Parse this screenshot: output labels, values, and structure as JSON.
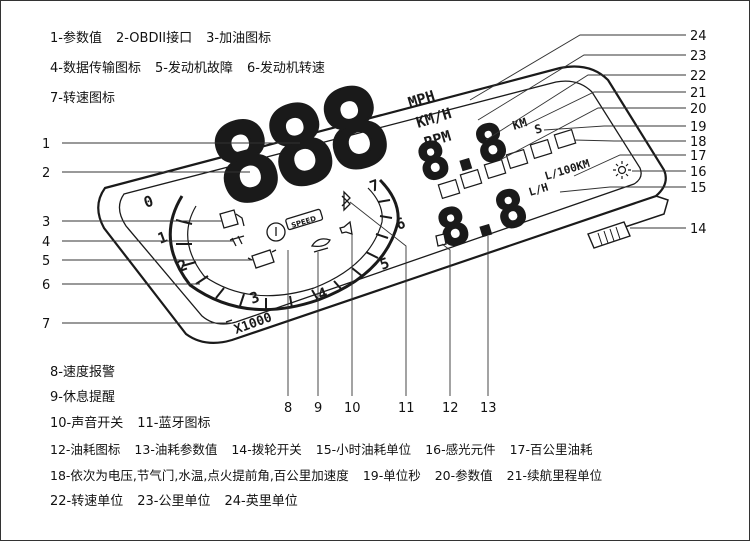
{
  "legend_top": [
    [
      "1-参数值",
      "2-OBDII接口",
      "3-加油图标"
    ],
    [
      "4-数据传输图标",
      "5-发动机故障",
      "6-发动机转速"
    ],
    [
      "7-转速图标"
    ]
  ],
  "legend_bottom": [
    [
      "8-速度报警"
    ],
    [
      "9-休息提醒"
    ],
    [
      "10-声音开关",
      "11-蓝牙图标"
    ],
    [
      "12-油耗图标",
      "13-油耗参数值",
      "14-拨轮开关",
      "15-小时油耗单位",
      "16-感光元件",
      "17-百公里油耗"
    ],
    [
      "18-依次为电压,节气门,水温,点火提前角,百公里加速度",
      "19-单位秒",
      "20-参数值",
      "21-续航里程单位"
    ],
    [
      "22-转速单位",
      "23-公里单位",
      "24-英里单位"
    ]
  ],
  "callouts_left": [
    "1",
    "2",
    "3",
    "4",
    "5",
    "6",
    "7"
  ],
  "callouts_right": [
    "24",
    "23",
    "22",
    "21",
    "20",
    "19",
    "18",
    "17",
    "16",
    "15",
    "14"
  ],
  "callouts_bottom": [
    "8",
    "9",
    "10",
    "11",
    "12",
    "13"
  ],
  "display": {
    "speed_digits": "888",
    "unit_mph": "MPH",
    "unit_kmh": "KM/H",
    "unit_rpm": "RPM",
    "unit_km": "KM",
    "unit_s": "S",
    "param_value": "8.8",
    "fuel_value": "8.8",
    "unit_l100km": "L/100KM",
    "unit_lh": "L/H",
    "tach_labels": [
      "0",
      "1",
      "2",
      "3",
      "4",
      "5",
      "6",
      "7"
    ],
    "tach_unit": "X1000",
    "speed_badge": "SPEED"
  }
}
